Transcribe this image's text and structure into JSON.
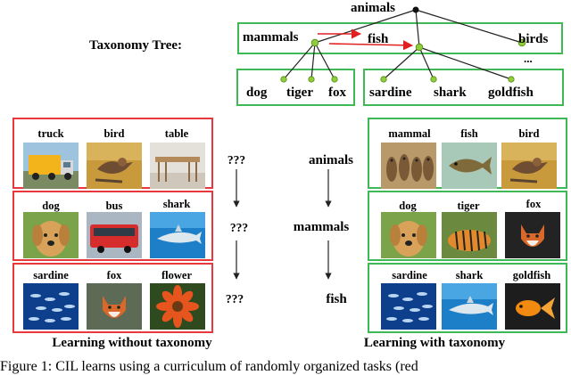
{
  "tree": {
    "title": "Taxonomy Tree:",
    "root": "animals",
    "level1": [
      "mammals",
      "fish",
      "birds"
    ],
    "ellipsis": "...",
    "mammal_children": [
      "dog",
      "tiger",
      "fox"
    ],
    "fish_children": [
      "sardine",
      "shark",
      "goldfish"
    ]
  },
  "left_panel": {
    "footer": "Learning without taxonomy",
    "marks": [
      "???",
      "???",
      "???"
    ],
    "tasks": [
      [
        "truck",
        "bird",
        "table"
      ],
      [
        "dog",
        "bus",
        "shark"
      ],
      [
        "sardine",
        "fox",
        "flower"
      ]
    ]
  },
  "right_panel": {
    "footer": "Learning with taxonomy",
    "stages": [
      "animals",
      "mammals",
      "fish"
    ],
    "tasks": [
      [
        "mammal",
        "fish",
        "bird"
      ],
      [
        "dog",
        "tiger",
        "fox"
      ],
      [
        "sardine",
        "shark",
        "goldfish"
      ]
    ]
  },
  "caption": "Figure 1: CIL learns using a curriculum of randomly organized tasks (red"
}
